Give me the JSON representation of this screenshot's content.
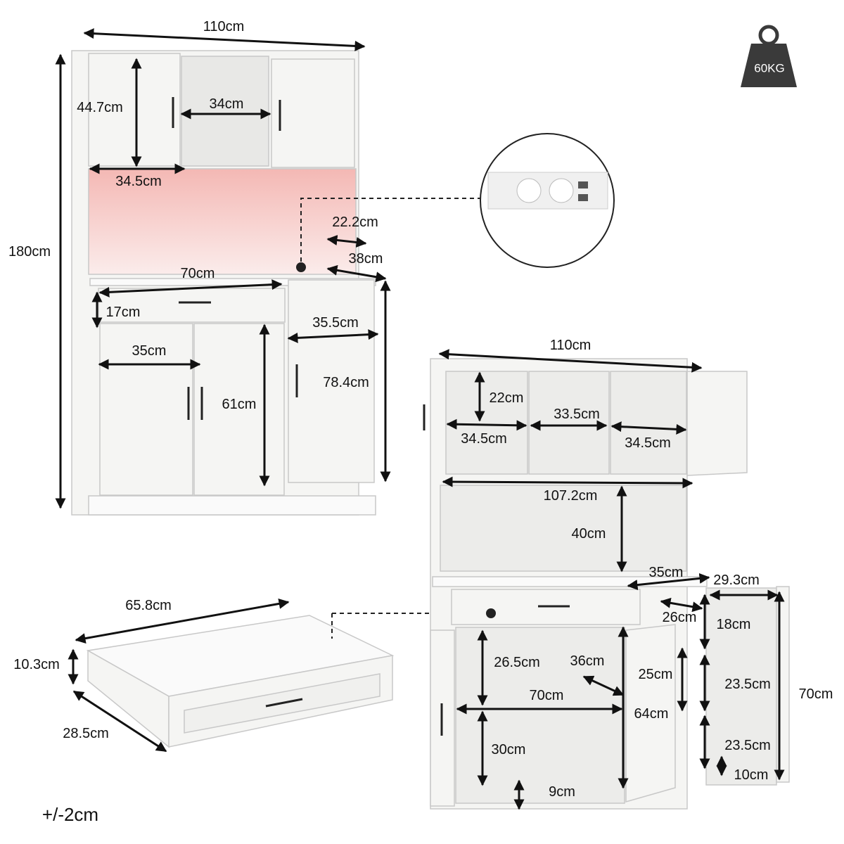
{
  "weight_badge": {
    "text": "60KG",
    "icon": "weight-icon",
    "color": "#3a3a3a"
  },
  "tolerance": "+/-2cm",
  "top_cabinet": {
    "width": "110cm",
    "door_height": "44.7cm",
    "open_shelf_width": "34cm",
    "door_width": "34.5cm",
    "total_height": "180cm",
    "socket_offset": "22.2cm",
    "depth": "38cm",
    "counter_width": "70cm",
    "drawer_height": "17cm",
    "side_door_width": "35.5cm",
    "lower_door_width": "35cm",
    "side_height": "78.4cm",
    "lower_door_height": "61cm"
  },
  "open_cabinet": {
    "width": "110cm",
    "cubby_height": "22cm",
    "middle_cubby_width": "33.5cm",
    "left_cubby_width": "34.5cm",
    "right_cubby_width": "34.5cm",
    "hutch_inner_width": "107.2cm",
    "hutch_height": "40cm",
    "drawer_depth": "35cm",
    "side_width": "29.3cm",
    "side_depth": "26cm",
    "side_top_shelf": "18cm",
    "upper_compartment": "26.5cm",
    "shelf_depth": "36cm",
    "inner_door_shelf": "25cm",
    "side_mid_shelf": "23.5cm",
    "inner_width": "70cm",
    "side_height": "70cm",
    "cabinet_height": "64cm",
    "lower_compartment": "30cm",
    "side_bottom_shelf": "23.5cm",
    "side_base": "10cm",
    "base_height": "9cm"
  },
  "drawer": {
    "width": "65.8cm",
    "height": "10.3cm",
    "depth": "28.5cm"
  },
  "colors": {
    "furniture": "#f4f4f2",
    "outline": "#c8c8c8",
    "arrow": "#111111",
    "led": "#f6c9c6"
  }
}
